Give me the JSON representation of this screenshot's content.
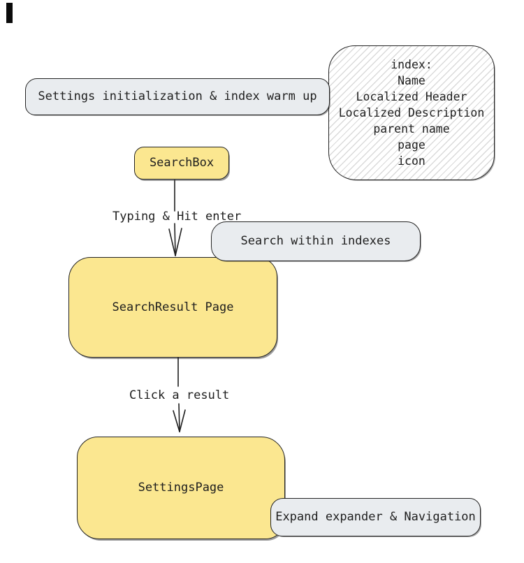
{
  "colors": {
    "node_yellow": "#fbe790",
    "node_gray": "#e9ecef",
    "note_background": "#ffffff",
    "hatch_line": "#dadada",
    "stroke": "#1e1e1e"
  },
  "nodes": {
    "settings_init": {
      "label": "Settings initialization & index warm up",
      "fill": "#e9ecef"
    },
    "index_note": {
      "fill": "#ffffff",
      "lines": [
        "index:",
        "Name",
        "Localized Header",
        "Localized Description",
        "parent name",
        "page",
        "icon"
      ]
    },
    "search_box": {
      "label": "SearchBox",
      "fill": "#fbe790"
    },
    "search_within": {
      "label": "Search within indexes",
      "fill": "#e9ecef"
    },
    "search_result": {
      "label": "SearchResult Page",
      "fill": "#fbe790"
    },
    "settings_page": {
      "label": "SettingsPage",
      "fill": "#fbe790"
    },
    "expand_nav": {
      "label": "Expand expander & Navigation",
      "fill": "#e9ecef"
    }
  },
  "edges": {
    "typing_enter": {
      "label": "Typing & Hit enter"
    },
    "click_result": {
      "label": "Click a result"
    }
  }
}
